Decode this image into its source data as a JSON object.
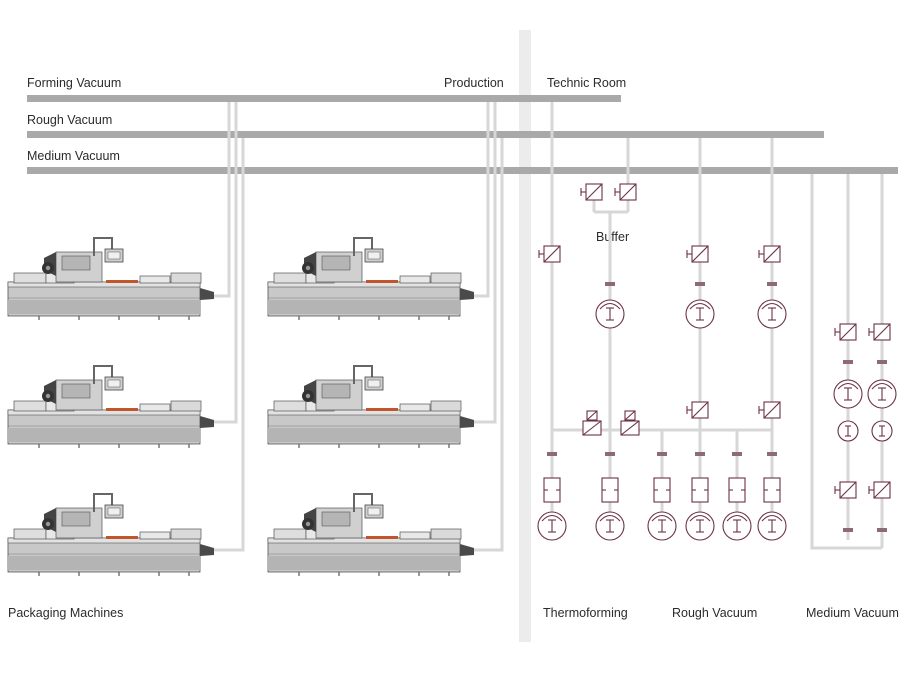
{
  "lines": {
    "forming_vacuum": "Forming Vacuum",
    "rough_vacuum": "Rough Vacuum",
    "medium_vacuum": "Medium Vacuum"
  },
  "areas": {
    "production": "Production",
    "technic_room": "Technic Room"
  },
  "labels": {
    "buffer": "Buffer",
    "packaging_machines": "Packaging Machines",
    "thermoforming": "Thermoforming",
    "rough_vacuum_group": "Rough Vacuum",
    "medium_vacuum_group": "Medium Vacuum"
  },
  "colors": {
    "pipe": "#a9a9a9",
    "branch": "#d7d7d7",
    "symbol": "#6b3145",
    "machine_body": "#c9c9c9",
    "tray_accent": "#c0562a"
  },
  "counts": {
    "packaging_machines": 6,
    "thermoforming_pumps": 2,
    "rough_vacuum_pumps": 4,
    "medium_vacuum_pumps": 2
  }
}
